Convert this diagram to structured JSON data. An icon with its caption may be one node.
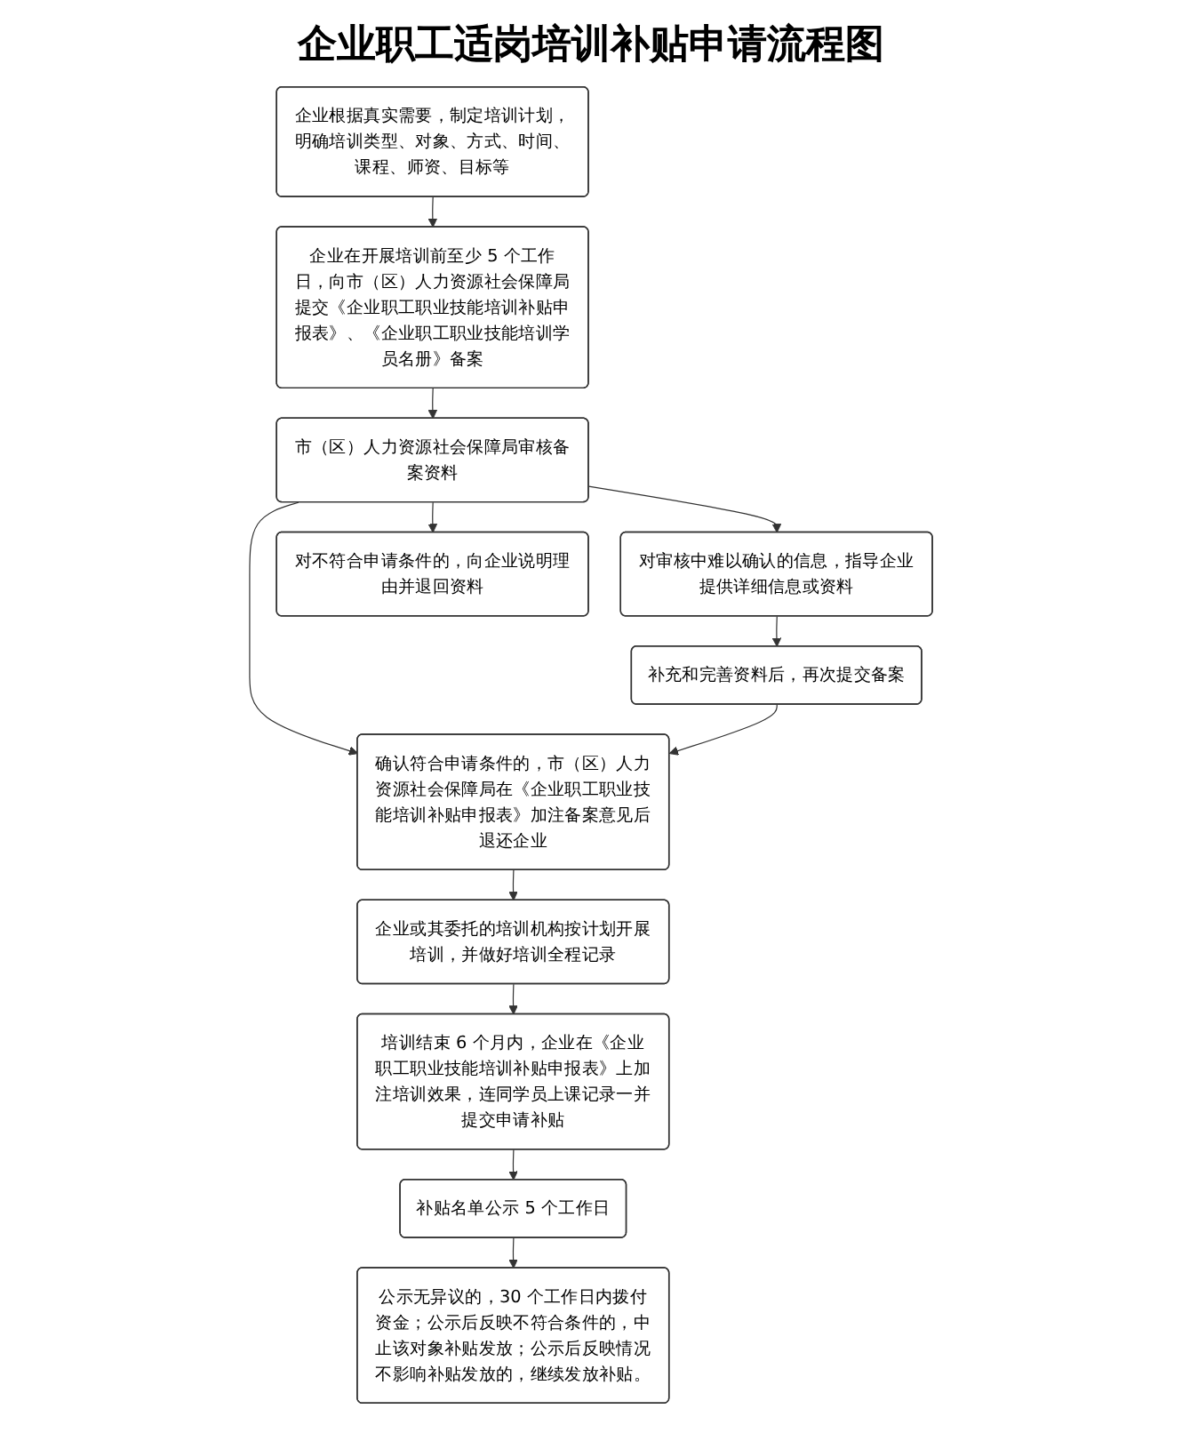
{
  "diagram": {
    "title": "企业职工适岗培训补贴申请流程图",
    "nodes": [
      {
        "text": [
          "企业根据真实需要，制定培训计划，明确培训类型、对象、方式、时间、课程、师资、目标等"
        ]
      },
      {
        "text": [
          "企业在开展培训前至少 5 个工作日，向市（区）人力资源社会保障局提交《企业职工职业技能培训补贴申报表》、《企业职工职业技能培训学员名册》备案"
        ]
      },
      {
        "text": [
          "对审核中难以确认的信息，指导企业提供详细信息或资料"
        ]
      },
      {
        "text": [
          "市（区）人力资源社会保障局审核备案资料"
        ]
      },
      {
        "text": [
          "对不符合申请条件的，向企业说明理由并退回资料"
        ]
      },
      {
        "text": [
          "补充和完善资料后，再次提交备案"
        ]
      },
      {
        "text": [
          "确认符合申请条件的，市（区）人力资源社会保障局在《企业职工职业技能培训补贴申报表》加注备案意见后退还企业"
        ]
      },
      {
        "text": [
          "企业或其委托的培训机构按计划开展培训，并做好培训全程记录"
        ]
      },
      {
        "text": [
          "培训结束 6 个月内，企业在《企业职工职业技能培训补贴申报表》上加注培训效果，连同学员上课记录一并提交申请补贴"
        ]
      },
      {
        "text": [
          "补贴名单公示 5 个工作日"
        ]
      },
      {
        "text": [
          "公示无异议的，30 个工作日内拨付资金；公示后反映不符合条件的，中止该对象补贴发放；公示后反映情况不影响补贴发放的，继续发放补贴。"
        ]
      }
    ],
    "edges": [
      {
        "from": 0,
        "to": 1,
        "arrow": "to"
      },
      {
        "from": 1,
        "to": 3,
        "arrow": "to"
      },
      {
        "from": 3,
        "to": 2,
        "arrow": "to"
      },
      {
        "from": 3,
        "to": 4,
        "arrow": "to"
      },
      {
        "from": 3,
        "to": 6,
        "arrow": "to"
      },
      {
        "from": 2,
        "to": 5,
        "arrow": "to"
      },
      {
        "from": 5,
        "to": 6,
        "arrow": "to"
      },
      {
        "from": 6,
        "to": 7,
        "arrow": "to"
      },
      {
        "from": 7,
        "to": 8,
        "arrow": "to"
      },
      {
        "from": 8,
        "to": 9,
        "arrow": "to"
      },
      {
        "from": 9,
        "to": 10,
        "arrow": "to"
      }
    ]
  }
}
